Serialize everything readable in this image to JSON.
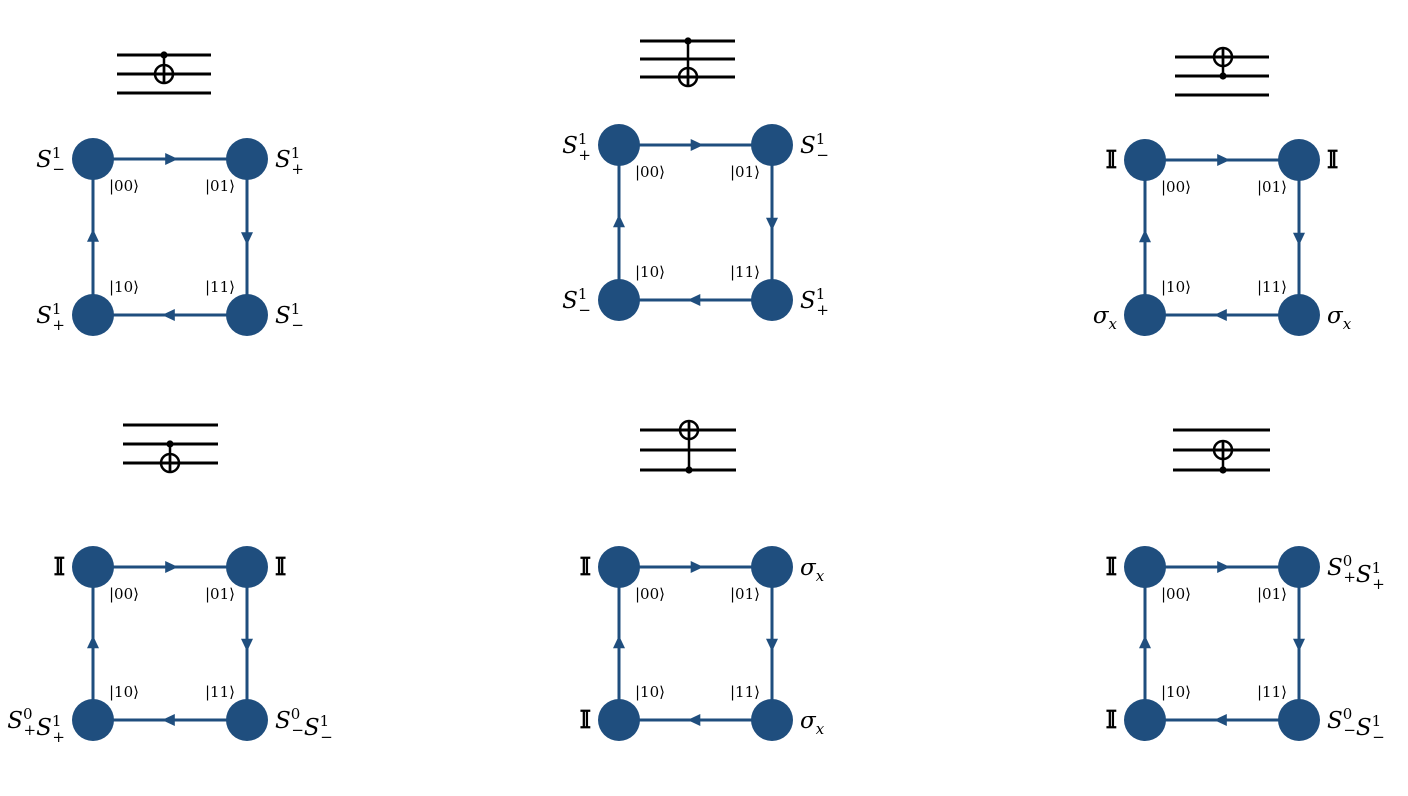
{
  "colors": {
    "node": "#1f4e7e",
    "edge": "#1f4e7e",
    "wire": "#000000"
  },
  "ket_labels": [
    "|00⟩",
    "|01⟩",
    "|10⟩",
    "|11⟩"
  ],
  "panels": [
    {
      "circuit": {
        "control": 0,
        "target": 1
      },
      "labels": {
        "q00": "S_-^1",
        "q01": "S_+^1",
        "q10": "S_+^1",
        "q11": "S_-^1"
      }
    },
    {
      "circuit": {
        "control": 0,
        "target": 2
      },
      "labels": {
        "q00": "S_+^1",
        "q01": "S_-^1",
        "q10": "S_-^1",
        "q11": "S_+^1"
      }
    },
    {
      "circuit": {
        "control": 1,
        "target": 0
      },
      "labels": {
        "q00": "I",
        "q01": "I",
        "q10": "σ_x",
        "q11": "σ_x"
      }
    },
    {
      "circuit": {
        "control": 1,
        "target": 2
      },
      "labels": {
        "q00": "I",
        "q01": "I",
        "q10": "S_+^0S_+^1",
        "q11": "S_-^0S_-^1"
      }
    },
    {
      "circuit": {
        "control": 2,
        "target": 0
      },
      "labels": {
        "q00": "I",
        "q01": "σ_x",
        "q10": "I",
        "q11": "σ_x"
      }
    },
    {
      "circuit": {
        "control": 2,
        "target": 1
      },
      "labels": {
        "q00": "I",
        "q01": "S_+^0S_+^1",
        "q10": "I",
        "q11": "S_-^0S_-^1"
      }
    }
  ]
}
